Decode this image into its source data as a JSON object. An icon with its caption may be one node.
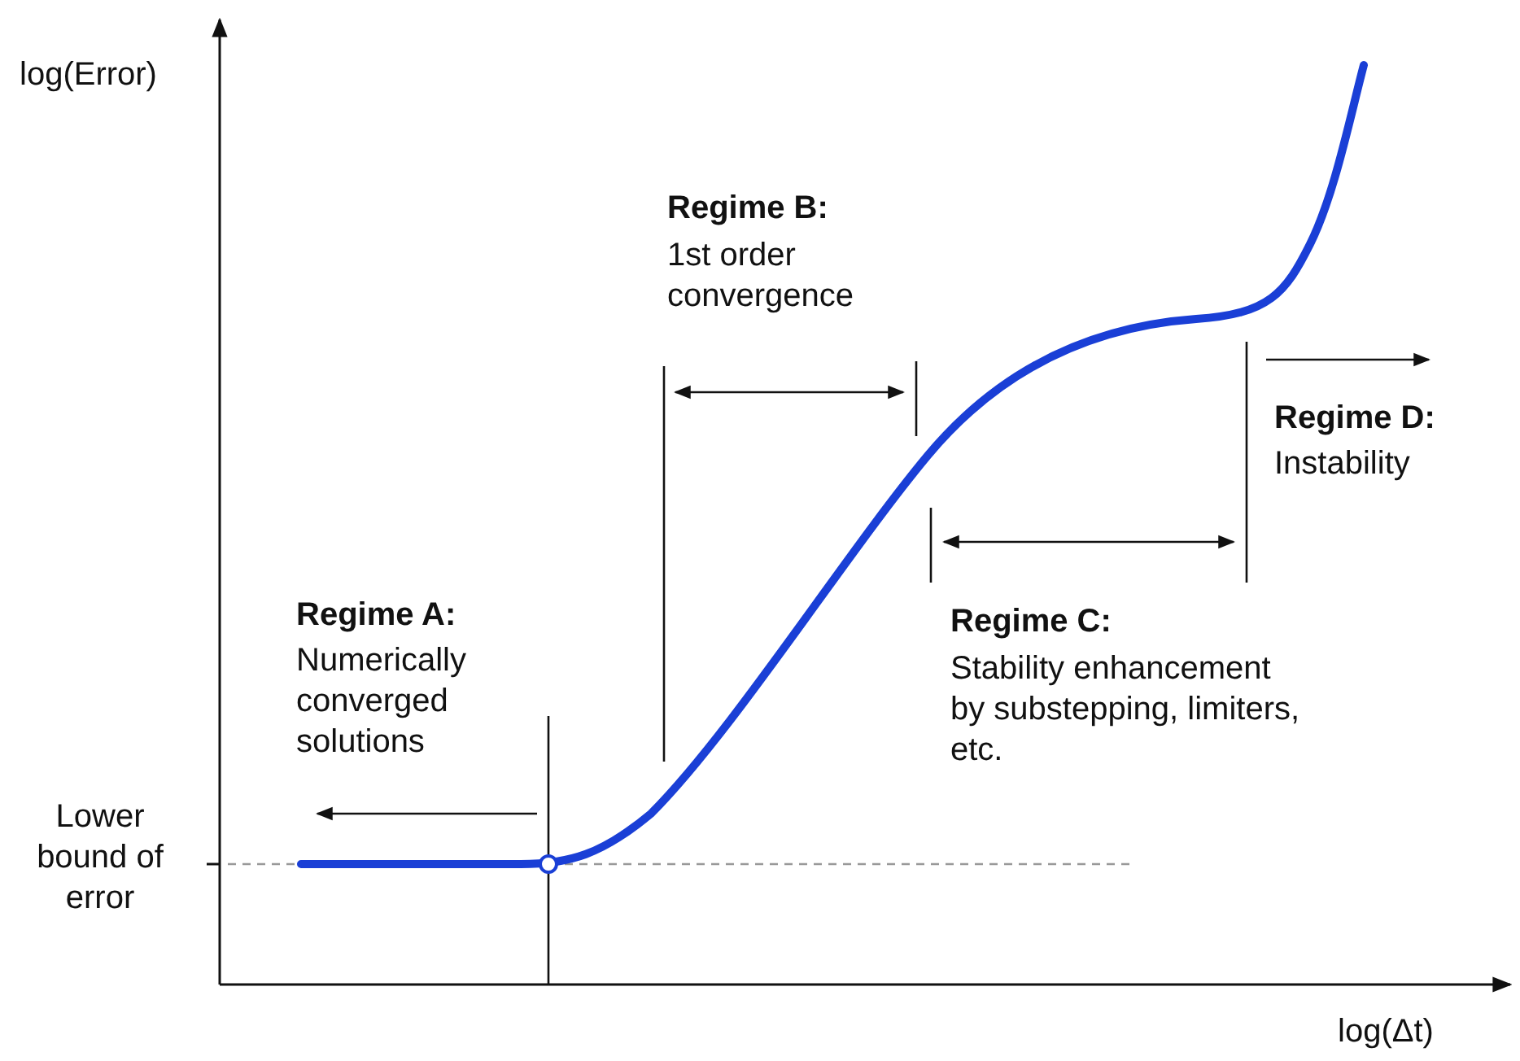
{
  "diagram": {
    "labels": [
      "log(Error)",
      "Regime B:",
      "1st order convergence",
      "Regime D:",
      "Instability",
      "Regime A:",
      "Numerically converged solutions",
      "Regime C:",
      "Stability enhancement by substepping, limiters, etc.",
      "Lower bound of error",
      "log(Δt)"
    ]
  }
}
